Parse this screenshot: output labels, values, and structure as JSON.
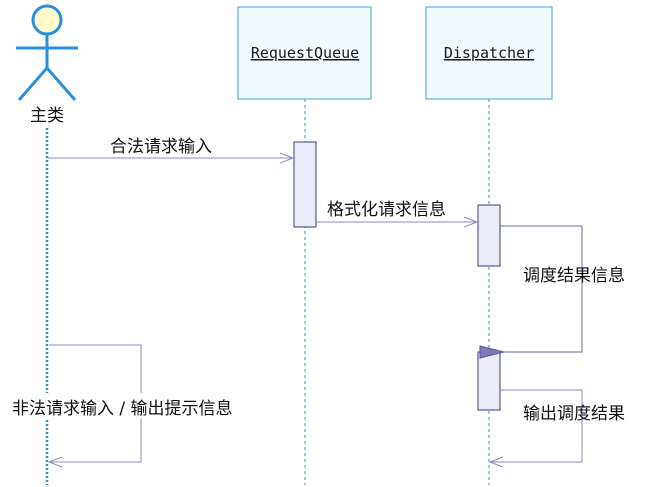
{
  "actor": {
    "label": "主类"
  },
  "objects": [
    {
      "id": "request-queue",
      "label": "RequestQueue"
    },
    {
      "id": "dispatcher",
      "label": "Dispatcher"
    }
  ],
  "messages": [
    {
      "id": "m1",
      "label": "合法请求输入"
    },
    {
      "id": "m2",
      "label": "格式化请求信息"
    },
    {
      "id": "m3",
      "label": "调度结果信息"
    },
    {
      "id": "m4",
      "label": "非法请求输入 / 输出提示信息"
    },
    {
      "id": "m5",
      "label": "输出调度结果"
    }
  ],
  "colors": {
    "actor": "#2b8fe0",
    "lifeline": "#2b8fe0",
    "box_fill": "#f1fbfe",
    "box_stroke": "#3aa0d8",
    "activation_fill": "#ececfa",
    "activation_stroke": "#3a3a7a",
    "arrow": "#8a8ab8",
    "return_arrow": "#6a6aa8"
  }
}
